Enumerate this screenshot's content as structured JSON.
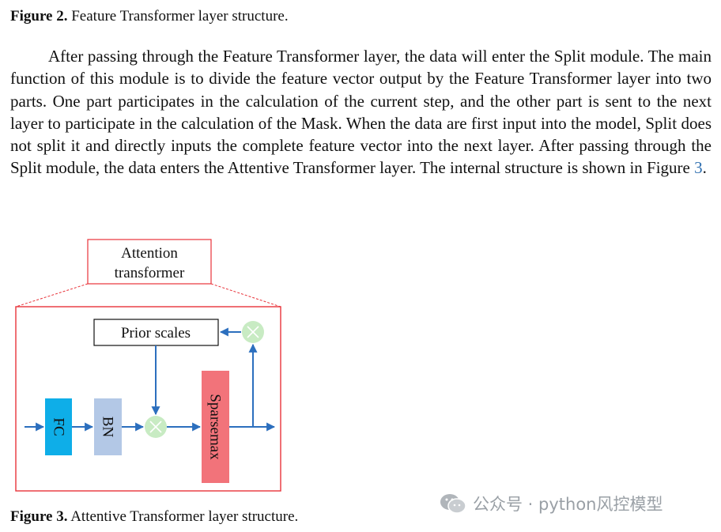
{
  "figure2_caption": {
    "label": "Figure 2.",
    "text": "Feature Transformer layer structure."
  },
  "paragraph": {
    "text": "After passing through the Feature Transformer layer, the data will enter the Split module. The main function of this module is to divide the feature vector output by the Feature Transformer layer into two parts. One part participates in the calculation of the current step, and the other part is sent to the next layer to participate in the calculation of the Mask. When the data are first input into the model, Split does not split it and directly inputs the complete feature vector into the next layer.  After passing through the Split module, the data enters the Attentive Transformer layer. The internal structure is shown in Figure ",
    "figure_ref": "3",
    "end": "."
  },
  "diagram": {
    "header_label_line1": "Attention",
    "header_label_line2": "transformer",
    "prior_scales_label": "Prior scales",
    "fc_label": "FC",
    "bn_label": "BN",
    "sparsemax_label": "Sparsemax",
    "colors": {
      "red_frame": "#e8333a",
      "fc_block": "#0eaee8",
      "bn_block": "#b3c8e6",
      "sparsemax_block": "#f2737a",
      "multiply_node": "#c8ebc3",
      "arrow": "#2c6fbe"
    }
  },
  "figure3_caption": {
    "label": "Figure 3.",
    "text": "Attentive Transformer layer structure."
  },
  "watermark": {
    "icon": "wechat-icon",
    "text": "公众号 · python风控模型"
  }
}
